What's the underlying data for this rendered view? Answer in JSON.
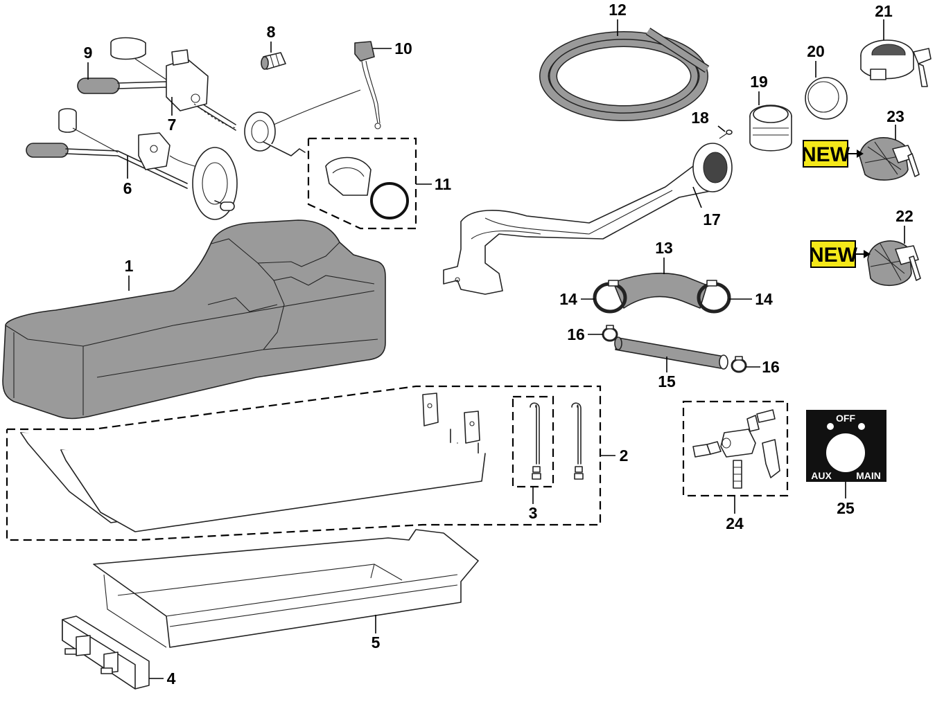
{
  "callouts": [
    {
      "id": "c1",
      "text": "1"
    },
    {
      "id": "c2",
      "text": "2"
    },
    {
      "id": "c3",
      "text": "3"
    },
    {
      "id": "c4",
      "text": "4"
    },
    {
      "id": "c5",
      "text": "5"
    },
    {
      "id": "c6",
      "text": "6"
    },
    {
      "id": "c7",
      "text": "7"
    },
    {
      "id": "c8",
      "text": "8"
    },
    {
      "id": "c9",
      "text": "9"
    },
    {
      "id": "c10",
      "text": "10"
    },
    {
      "id": "c11",
      "text": "11"
    },
    {
      "id": "c12",
      "text": "12"
    },
    {
      "id": "c13",
      "text": "13"
    },
    {
      "id": "c14a",
      "text": "14"
    },
    {
      "id": "c14b",
      "text": "14"
    },
    {
      "id": "c15",
      "text": "15"
    },
    {
      "id": "c16a",
      "text": "16"
    },
    {
      "id": "c16b",
      "text": "16"
    },
    {
      "id": "c17",
      "text": "17"
    },
    {
      "id": "c18",
      "text": "18"
    },
    {
      "id": "c19",
      "text": "19"
    },
    {
      "id": "c20",
      "text": "20"
    },
    {
      "id": "c21",
      "text": "21"
    },
    {
      "id": "c22",
      "text": "22"
    },
    {
      "id": "c23",
      "text": "23"
    },
    {
      "id": "c24",
      "text": "24"
    },
    {
      "id": "c25",
      "text": "25"
    }
  ],
  "badges": {
    "new_23": "NEW",
    "new_22": "NEW"
  },
  "selector_plate": {
    "off": "OFF",
    "aux": "AUX",
    "main": "MAIN"
  },
  "colors": {
    "badge_bg": "#f4e81a",
    "plate_bg": "#111111",
    "part_grey": "#9a9a9a"
  }
}
